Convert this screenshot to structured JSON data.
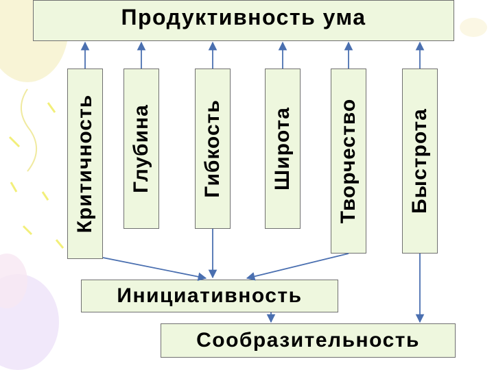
{
  "title": "Продуктивность ума",
  "qualities": [
    "Критичность",
    "Глубина",
    "Гибкость",
    "Широта",
    "Творчество",
    "Быстрота"
  ],
  "initiative": "Инициативность",
  "quick_wit": "Сообразительность",
  "colors": {
    "box_fill": "#eef7de",
    "box_border": "#6f6f6f",
    "arrow": "#4a6fb0"
  }
}
